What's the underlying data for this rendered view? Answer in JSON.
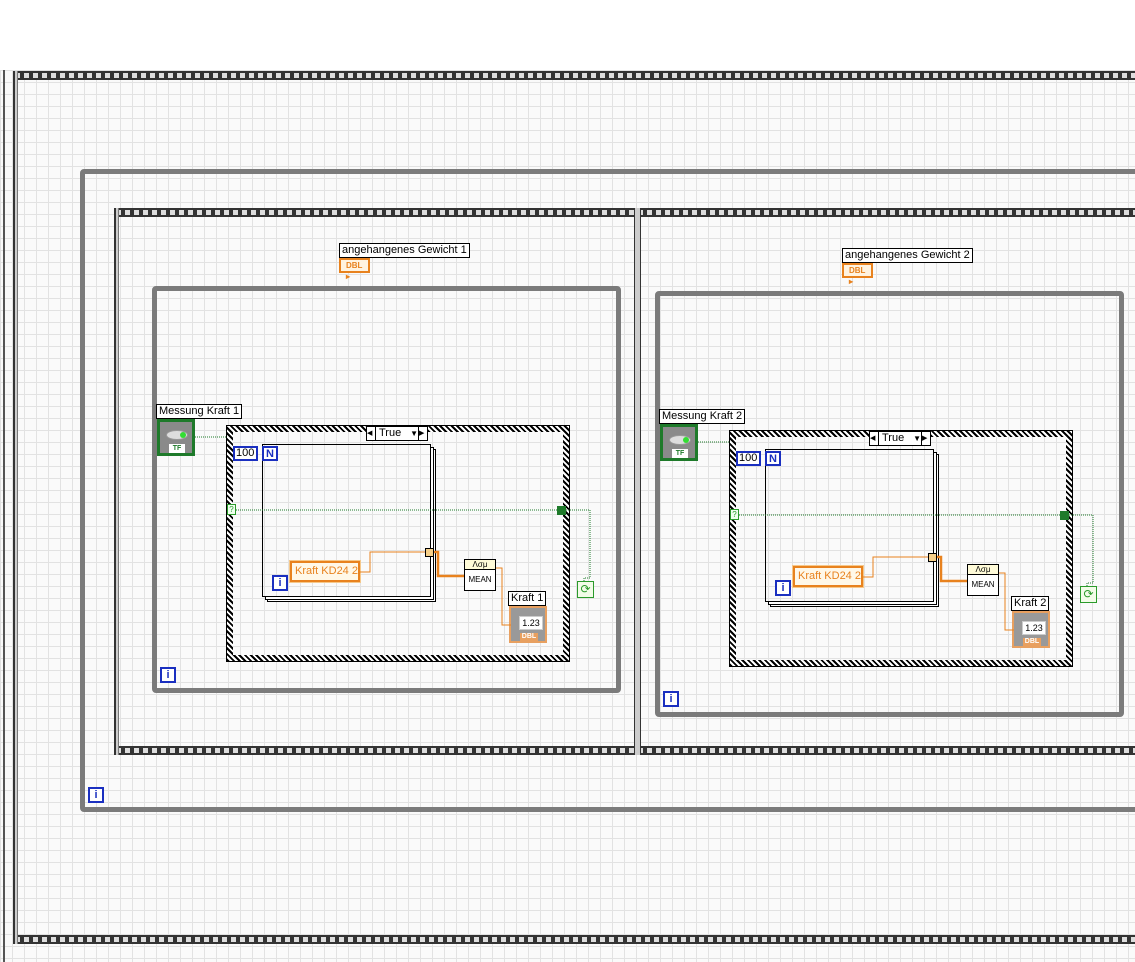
{
  "diagram": {
    "outer_while_iteration": "i",
    "frames": [
      {
        "weight_label": "angehangenes Gewicht 1",
        "weight_type": "DBL",
        "bool_label": "Messung Kraft 1",
        "bool_type": "TF",
        "case_selector": "True",
        "loop_count": "100",
        "count_terminal": "N",
        "for_iteration": "i",
        "while_iteration": "i",
        "input_label": "Kraft KD24 2",
        "function_icon": "Λσμ",
        "function_name": "MEAN",
        "indicator_label": "Kraft 1",
        "indicator_value": "1.23",
        "indicator_type": "DBL",
        "conditional": "?"
      },
      {
        "weight_label": "angehangenes Gewicht 2",
        "weight_type": "DBL",
        "bool_label": "Messung Kraft 2",
        "bool_type": "TF",
        "case_selector": "True",
        "loop_count": "100",
        "count_terminal": "N",
        "for_iteration": "i",
        "while_iteration": "i",
        "input_label": "Kraft KD24 2",
        "function_icon": "Λσμ",
        "function_name": "MEAN",
        "indicator_label": "Kraft 2",
        "indicator_value": "1.23",
        "indicator_type": "DBL",
        "conditional": "?"
      }
    ]
  }
}
